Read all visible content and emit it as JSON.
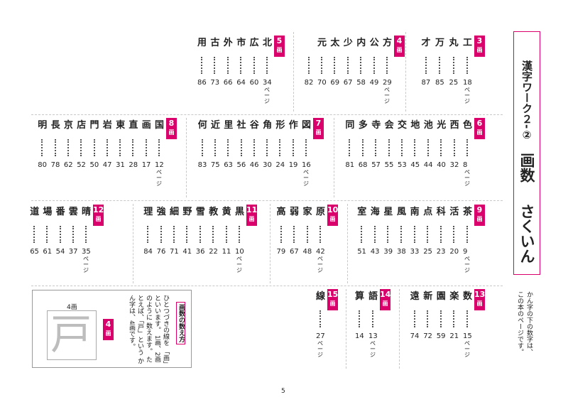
{
  "title": {
    "main": "漢字ワーク２-②",
    "sub": "画数",
    "end": "さくいん"
  },
  "page_number": "5",
  "page_suffix": "ページ",
  "badge_unit": "画",
  "side_note": [
    "かん字の下の数字は、",
    "この本のページです。"
  ],
  "help_box": {
    "heading": "画数の数え方",
    "lines": [
      "ひとつづきの線を",
      "「画」といいます。",
      "1画、2画のように",
      "数えます。",
      "たとえば、「戸」という",
      "かん字は、4画です。"
    ],
    "badge_text": "4",
    "example_char": "戸",
    "example_label": "4画"
  },
  "groups": [
    {
      "strokes": "3",
      "start": {
        "kanji": "工",
        "num": "18"
      },
      "entries": [
        {
          "kanji": "丸",
          "num": "25"
        },
        {
          "kanji": "万",
          "num": "85"
        },
        {
          "kanji": "才",
          "num": "87"
        }
      ]
    },
    {
      "strokes": "4",
      "start": {
        "kanji": "方",
        "num": "29"
      },
      "entries": [
        {
          "kanji": "公",
          "num": "49"
        },
        {
          "kanji": "内",
          "num": "58"
        },
        {
          "kanji": "少",
          "num": "67"
        },
        {
          "kanji": "太",
          "num": "69"
        },
        {
          "kanji": "元",
          "num": "70"
        },
        {
          "kanji": "",
          "num": "82"
        }
      ]
    },
    {
      "strokes": "5",
      "start": {
        "kanji": "北",
        "num": "34"
      },
      "entries": [
        {
          "kanji": "広",
          "num": "60"
        },
        {
          "kanji": "市",
          "num": "64"
        },
        {
          "kanji": "外",
          "num": "66"
        },
        {
          "kanji": "古",
          "num": "73"
        },
        {
          "kanji": "用",
          "num": "86"
        }
      ]
    },
    {
      "strokes": "6",
      "start": {
        "kanji": "色",
        "num": "8"
      },
      "entries": [
        {
          "kanji": "西",
          "num": "32"
        },
        {
          "kanji": "光",
          "num": "40"
        },
        {
          "kanji": "池",
          "num": "44"
        },
        {
          "kanji": "地",
          "num": "45"
        },
        {
          "kanji": "交",
          "num": "53"
        },
        {
          "kanji": "会",
          "num": "55"
        },
        {
          "kanji": "寺",
          "num": "57"
        },
        {
          "kanji": "多",
          "num": "68"
        },
        {
          "kanji": "同",
          "num": "81"
        }
      ]
    },
    {
      "strokes": "7",
      "start": {
        "kanji": "図",
        "num": "16"
      },
      "entries": [
        {
          "kanji": "作",
          "num": "19"
        },
        {
          "kanji": "形",
          "num": "24"
        },
        {
          "kanji": "角",
          "num": "30"
        },
        {
          "kanji": "谷",
          "num": "46"
        },
        {
          "kanji": "社",
          "num": "56"
        },
        {
          "kanji": "里",
          "num": "63"
        },
        {
          "kanji": "近",
          "num": "75"
        },
        {
          "kanji": "何",
          "num": "83"
        }
      ]
    },
    {
      "strokes": "8",
      "start": {
        "kanji": "国",
        "num": "12"
      },
      "entries": [
        {
          "kanji": "画",
          "num": "17"
        },
        {
          "kanji": "直",
          "num": "28"
        },
        {
          "kanji": "東",
          "num": "31"
        },
        {
          "kanji": "岩",
          "num": "47"
        },
        {
          "kanji": "門",
          "num": "50"
        },
        {
          "kanji": "店",
          "num": "52"
        },
        {
          "kanji": "京",
          "num": "62"
        },
        {
          "kanji": "長",
          "num": "78"
        },
        {
          "kanji": "明",
          "num": "80"
        }
      ]
    },
    {
      "strokes": "9",
      "start": {
        "kanji": "茶",
        "num": "9"
      },
      "entries": [
        {
          "kanji": "活",
          "num": "20"
        },
        {
          "kanji": "科",
          "num": "23"
        },
        {
          "kanji": "点",
          "num": "25"
        },
        {
          "kanji": "南",
          "num": "33"
        },
        {
          "kanji": "風",
          "num": "38"
        },
        {
          "kanji": "星",
          "num": "39"
        },
        {
          "kanji": "海",
          "num": "43"
        },
        {
          "kanji": "室",
          "num": "51"
        }
      ]
    },
    {
      "strokes": "10",
      "start": {
        "kanji": "原",
        "num": "42"
      },
      "entries": [
        {
          "kanji": "家",
          "num": "48"
        },
        {
          "kanji": "弱",
          "num": "67"
        },
        {
          "kanji": "高",
          "num": "79"
        }
      ]
    },
    {
      "strokes": "11",
      "start": {
        "kanji": "黒",
        "num": "10"
      },
      "entries": [
        {
          "kanji": "黄",
          "num": "11"
        },
        {
          "kanji": "教",
          "num": "22"
        },
        {
          "kanji": "雪",
          "num": "36"
        },
        {
          "kanji": "野",
          "num": "41"
        },
        {
          "kanji": "細",
          "num": "71"
        },
        {
          "kanji": "強",
          "num": "76"
        },
        {
          "kanji": "理",
          "num": "84"
        }
      ]
    },
    {
      "strokes": "12",
      "start": {
        "kanji": "晴",
        "num": "35"
      },
      "entries": [
        {
          "kanji": "雲",
          "num": "37"
        },
        {
          "kanji": "番",
          "num": "54"
        },
        {
          "kanji": "場",
          "num": "61"
        },
        {
          "kanji": "道",
          "num": "65"
        }
      ]
    },
    {
      "strokes": "13",
      "start": {
        "kanji": "数",
        "num": "15"
      },
      "entries": [
        {
          "kanji": "楽",
          "num": "21"
        },
        {
          "kanji": "園",
          "num": "59"
        },
        {
          "kanji": "新",
          "num": "72"
        },
        {
          "kanji": "遠",
          "num": "74"
        }
      ]
    },
    {
      "strokes": "14",
      "start": {
        "kanji": "語",
        "num": "13"
      },
      "entries": [
        {
          "kanji": "算",
          "num": "14"
        }
      ]
    },
    {
      "strokes": "15",
      "start": {
        "kanji": "線",
        "num": "27"
      },
      "entries": []
    }
  ]
}
